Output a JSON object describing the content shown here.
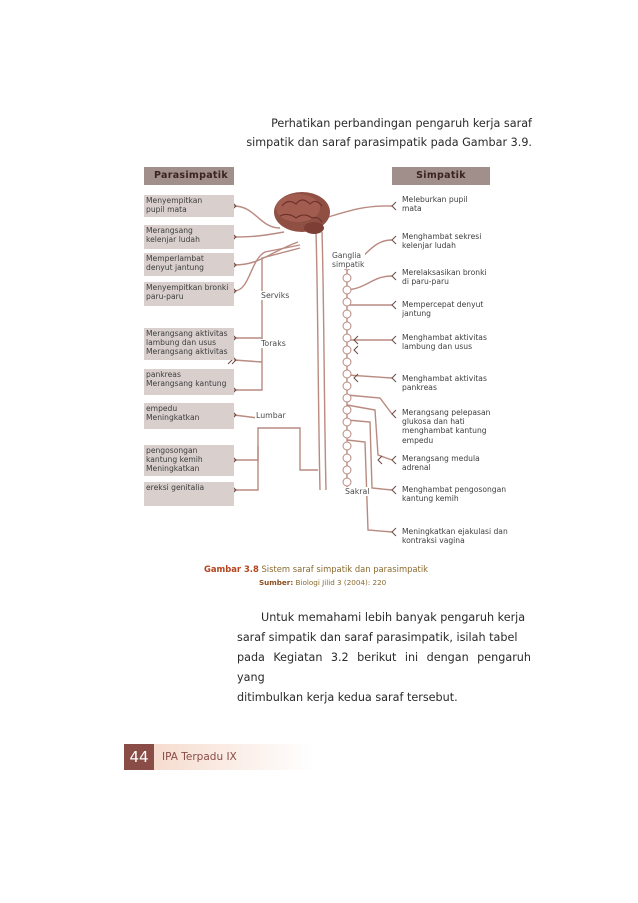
{
  "intro_text": {
    "line1": "Perhatikan perbandingan pengaruh kerja saraf",
    "line2": "simpatik dan saraf parasimpatik pada Gambar 3.9."
  },
  "diagram": {
    "header_left": "Parasimpatik",
    "header_right": "Simpatik",
    "left_labels": [
      {
        "l1": "Menyempitkan",
        "l2": "pupil mata"
      },
      {
        "l1": "Merangsang",
        "l2": "kelenjar ludah"
      },
      {
        "l1": "Memperlambat",
        "l2": "denyut jantung"
      },
      {
        "l1": "Menyempitkan bronki",
        "l2": "paru-paru"
      },
      {
        "l1": "Merangsang aktivitas",
        "l2": "lambung dan usus",
        "l3": "Merangsang aktivitas"
      },
      {
        "l1": "pankreas",
        "l2": "Merangsang kantung"
      },
      {
        "l1": "empedu",
        "l2": "Meningkatkan"
      },
      {
        "l1": "pengosongan",
        "l2": "kantung kemih",
        "l3": "Meningkatkan"
      },
      {
        "l1": "ereksi genitalia"
      }
    ],
    "right_labels": [
      {
        "l1": "Meleburkan pupil",
        "l2": "mata"
      },
      {
        "l1": "Menghambat sekresi",
        "l2": "kelenjar ludah"
      },
      {
        "l1": "Merelaksasikan bronki",
        "l2": "di paru-paru"
      },
      {
        "l1": "Mempercepat denyut",
        "l2": "jantung"
      },
      {
        "l1": "Menghambat aktivitas",
        "l2": "lambung dan usus"
      },
      {
        "l1": "Menghambat aktivitas",
        "l2": "pankreas"
      },
      {
        "l1": "Merangsang pelepasan",
        "l2": "glukosa dan hati",
        "l3": "menghambat kantung",
        "l4": "empedu"
      },
      {
        "l1": "Merangsang medula",
        "l2": "adrenal"
      },
      {
        "l1": "Menghambat pengosongan",
        "l2": "kantung kemih"
      },
      {
        "l1": "Meningkatkan ejakulasi dan",
        "l2": "kontraksi vagina"
      }
    ],
    "ganglia_l1": "Ganglia",
    "ganglia_l2": "simpatik",
    "region_serviks": "Serviks",
    "region_toraks": "Toraks",
    "region_lumbar": "Lumbar",
    "region_sakral": "Sakral",
    "colors": {
      "header": "#a18f8b",
      "box": "#d9d0ce",
      "nerve": "#b98a80",
      "brain": "#8f4f43"
    }
  },
  "caption": {
    "label": "Gambar 3.8",
    "text": "Sistem saraf simpatik dan parasimpatik",
    "source_label": "Sumber:",
    "source_text": "Biologi Jilid 3 (2004): 220"
  },
  "paragraph2": {
    "line1": "Untuk memahami lebih banyak pengaruh kerja",
    "line2": "saraf simpatik dan saraf parasimpatik, isilah tabel",
    "line3": "pada Kegiatan 3.2 berikut ini dengan pengaruh yang",
    "line4": "ditimbulkan kerja kedua saraf tersebut."
  },
  "footer": {
    "page_number": "44",
    "book_title": "IPA Terpadu IX"
  }
}
